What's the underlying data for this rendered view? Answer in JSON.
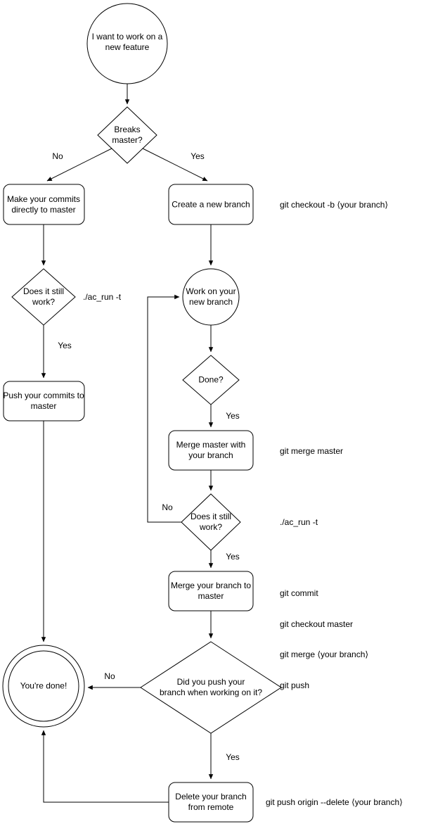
{
  "colors": {
    "stroke": "#000000",
    "background": "#ffffff",
    "text": "#000000"
  },
  "diagram": {
    "nodes": {
      "start": {
        "label": "I want to work on a\nnew feature"
      },
      "breaks_master": {
        "label": "Breaks\nmaster?"
      },
      "commit_master": {
        "label": "Make your commits\ndirectly to master"
      },
      "create_branch": {
        "label": "Create a new branch"
      },
      "still_work_left": {
        "label": "Does it still\nwork?"
      },
      "push_commits": {
        "label": "Push your commits to\nmaster"
      },
      "work_branch": {
        "label": "Work on your\nnew branch"
      },
      "done_q": {
        "label": "Done?"
      },
      "merge_master": {
        "label": "Merge master with\nyour branch"
      },
      "still_work_right": {
        "label": "Does it still\nwork?"
      },
      "merge_branch": {
        "label": "Merge your branch to\nmaster"
      },
      "did_push": {
        "label": "Did you push your\nbranch when working on it?"
      },
      "youre_done": {
        "label": "You're done!"
      },
      "delete_branch": {
        "label": "Delete your branch\nfrom remote"
      }
    },
    "edge_labels": {
      "breaks_no": "No",
      "breaks_yes": "Yes",
      "still_left_yes": "Yes",
      "done_yes": "Yes",
      "still_right_no": "No",
      "still_right_yes": "Yes",
      "push_no": "No",
      "push_yes": "Yes"
    },
    "annotations": {
      "checkout": "git checkout -b ⟨your branch⟩",
      "run_left": "./ac_run -t",
      "merge_master": "git merge master",
      "run_right": "./ac_run -t",
      "merge_steps": [
        "git commit",
        "git checkout master",
        "git merge ⟨your branch⟩",
        "git push"
      ],
      "delete_remote": "git push origin --delete ⟨your branch⟩"
    }
  }
}
